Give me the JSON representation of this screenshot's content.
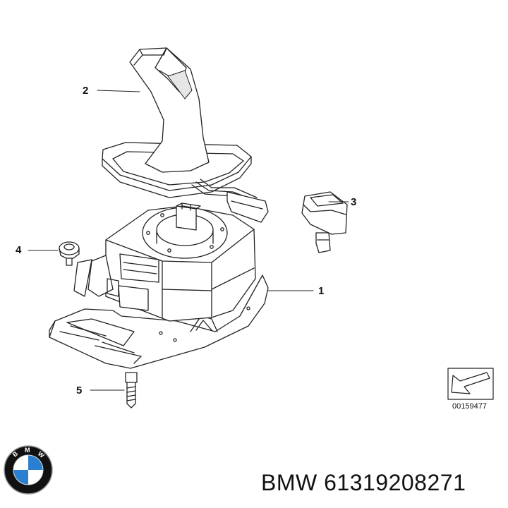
{
  "callouts": {
    "c1": "1",
    "c2": "2",
    "c3": "3",
    "c4": "4",
    "c5": "5"
  },
  "reference_number": "00159477",
  "part_label": "BMW 61319208271",
  "logo": {
    "letters": [
      "B",
      "M",
      "W"
    ],
    "colors": {
      "blue": "#2a7fd0",
      "white": "#ffffff",
      "ring": "#111111"
    }
  },
  "line_color": "#222222"
}
